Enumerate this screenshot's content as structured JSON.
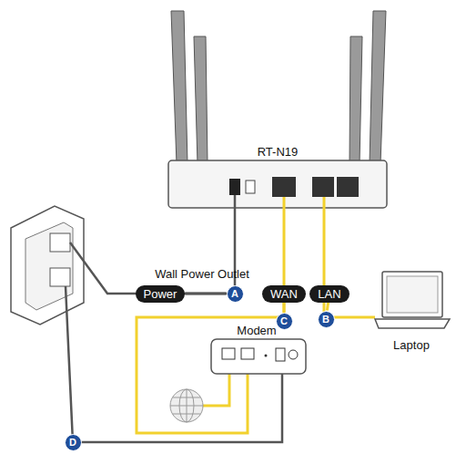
{
  "diagram": {
    "nodes": [
      {
        "text": [
          "Power"
        ]
      },
      {
        "text": [
          "WAN"
        ]
      },
      {
        "text": [
          "LAN"
        ]
      },
      {
        "text": [
          "A"
        ]
      },
      {
        "text": [
          "B"
        ]
      },
      {
        "text": [
          "C"
        ]
      },
      {
        "text": [
          "D"
        ]
      }
    ],
    "edges": [
      {
        "from": 0,
        "to": 3,
        "arrow": "none"
      },
      {
        "from": 1,
        "to": 5,
        "arrow": "none"
      },
      {
        "from": 2,
        "to": 4,
        "arrow": "none"
      }
    ],
    "labels": [
      "RT-N19",
      "Wall Power Outlet",
      "Modem",
      "Laptop"
    ]
  }
}
